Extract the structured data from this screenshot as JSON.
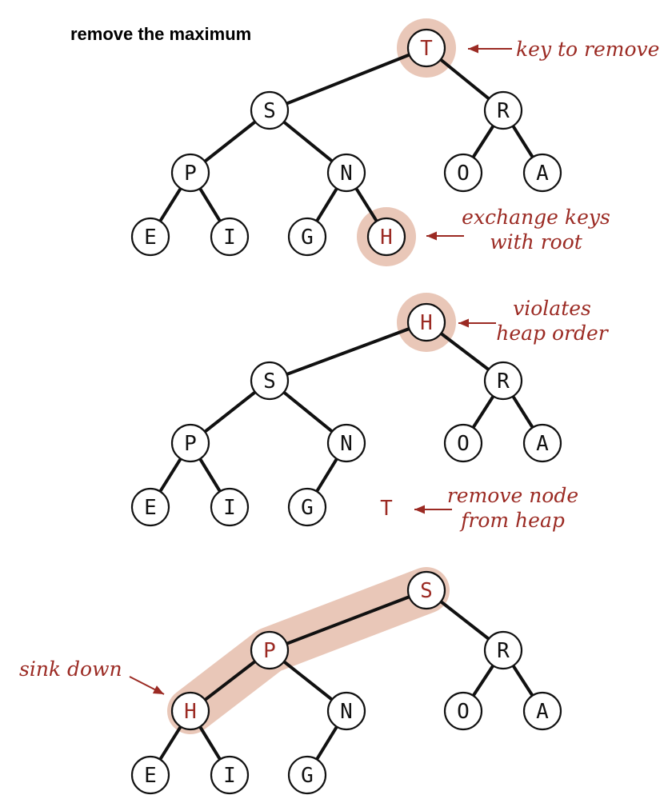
{
  "title": "remove the maximum",
  "colors": {
    "accent": "#9b2a23",
    "highlight": "#e9c7b8",
    "line": "#111111"
  },
  "panels": [
    {
      "nodes": [
        "T",
        "S",
        "R",
        "P",
        "N",
        "O",
        "A",
        "E",
        "I",
        "G",
        "H"
      ],
      "highlighted": [
        0,
        10
      ],
      "accent_labels": [
        0,
        10
      ],
      "detached": null,
      "annotations": [
        {
          "lines": [
            "key to remove"
          ]
        },
        {
          "lines": [
            "exchange keys",
            "with root"
          ]
        }
      ]
    },
    {
      "nodes": [
        "H",
        "S",
        "R",
        "P",
        "N",
        "O",
        "A",
        "E",
        "I",
        "G"
      ],
      "highlighted": [
        0
      ],
      "accent_labels": [
        0
      ],
      "detached": "T",
      "annotations": [
        {
          "lines": [
            "violates",
            "heap order"
          ]
        },
        {
          "lines": [
            "remove node",
            "from heap"
          ]
        }
      ]
    },
    {
      "nodes": [
        "S",
        "P",
        "R",
        "H",
        "N",
        "O",
        "A",
        "E",
        "I",
        "G"
      ],
      "highlight_path": [
        0,
        1,
        3
      ],
      "accent_labels": [
        0,
        1,
        3
      ],
      "detached": null,
      "annotations": [
        {
          "lines": [
            "sink down"
          ]
        }
      ]
    }
  ]
}
